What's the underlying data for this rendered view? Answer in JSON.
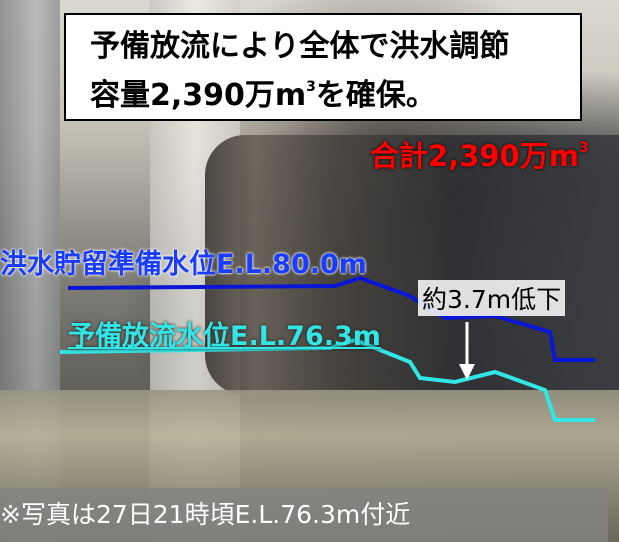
{
  "title_line1": "予備放流により全体で洪水調節",
  "title_line2_prefix": "容量2,390万m",
  "title_line2_suffix": "を確保。",
  "superscript": "3",
  "total_prefix": "合計2,390万m",
  "high_level_label": "洪水貯留準備水位E.L.80.0m",
  "low_level_label": "予備放流水位E.L.76.3m",
  "drop_label": "約3.7m低下",
  "photo_caption": "※写真は27日21時頃E.L.76.3m付近",
  "colors": {
    "high_line": "#0a16d6",
    "low_line": "#33e6e6",
    "total_text": "#ff0000",
    "arrow": "#ffffff"
  }
}
